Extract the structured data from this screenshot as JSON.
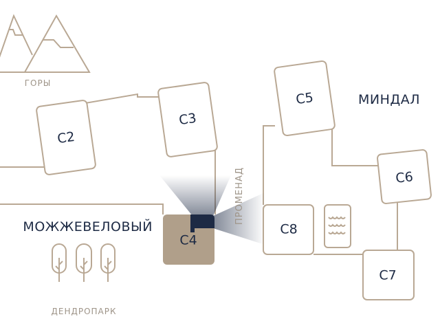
{
  "title": "Site plan",
  "buildings": [
    "C2",
    "C3",
    "C4",
    "C5",
    "C6",
    "C7",
    "C8"
  ],
  "selected_building": "C4",
  "zones": {
    "mountains": "ГОРЫ",
    "juniper": "МОЖЖЕВЕЛОВЫЙ",
    "almond": "МИНДАЛ",
    "promenade": "ПРОМЕНАД",
    "dendropark": "ДЕНДРОПАРК"
  },
  "colors": {
    "outline": "#b9a894",
    "text": "#1d2a44",
    "selected_fill": "#b09f8a",
    "marker": "#1d2a44",
    "muted_text": "#9e9488"
  }
}
